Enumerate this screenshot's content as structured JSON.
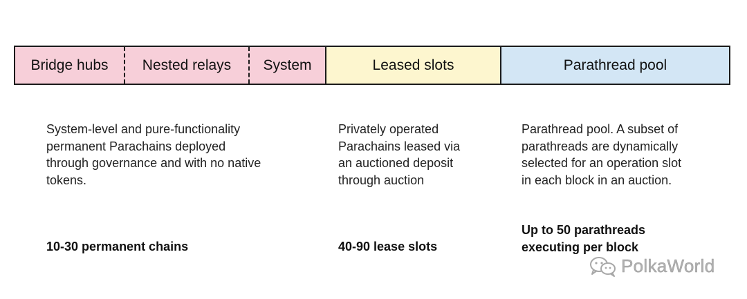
{
  "bar": {
    "segments": [
      {
        "label": "Bridge hubs",
        "color": "#f7cfd9"
      },
      {
        "label": "Nested relays",
        "color": "#f7cfd9"
      },
      {
        "label": "System",
        "color": "#f7cfd9"
      },
      {
        "label": "Leased slots",
        "color": "#fdf6cf"
      },
      {
        "label": "Parathread pool",
        "color": "#d3e6f5"
      }
    ]
  },
  "columns": [
    {
      "description": [
        "System-level and pure-functionality",
        "permanent Parachains deployed",
        "through governance and with no native",
        "tokens."
      ],
      "stat": [
        "10-30 permanent chains"
      ]
    },
    {
      "description": [
        "Privately operated",
        "Parachains leased via",
        "an auctioned deposit",
        "through auction"
      ],
      "stat": [
        "40-90 lease slots"
      ]
    },
    {
      "description": [
        "Parathread pool. A subset of",
        "parathreads are dynamically",
        "selected for an operation slot",
        "in each block in an auction."
      ],
      "stat": [
        "Up to 50 parathreads",
        "executing per block"
      ]
    }
  ],
  "watermark": {
    "text": "PolkaWorld",
    "icon": "wechat-icon"
  }
}
